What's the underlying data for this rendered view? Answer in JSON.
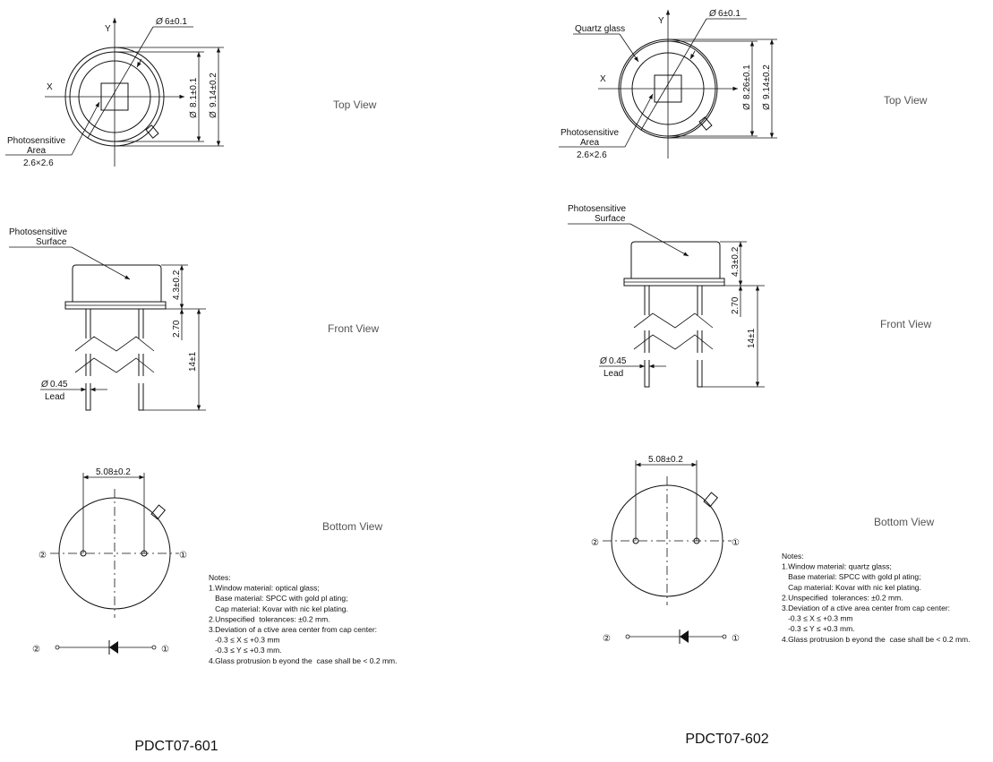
{
  "panels": [
    {
      "title": "PDCT07-601",
      "top_view": {
        "label": "Top View",
        "axis_x": "X",
        "axis_y": "Y",
        "window_dia": "6±0.1",
        "inner_dia": "8.1±0.1",
        "outer_dia": "9.14±0.2",
        "area_label_1": "Photosensitive",
        "area_label_2": "Area",
        "area_size": "2.6×2.6",
        "glass_label": ""
      },
      "front_view": {
        "label": "Front View",
        "surface_label_1": "Photosensitive",
        "surface_label_2": "Surface",
        "cap_height": "4.3±0.2",
        "flange": "2.70",
        "lead_length": "14±1",
        "lead_dia": "0.45",
        "lead_label": "Lead"
      },
      "bottom_view": {
        "label": "Bottom View",
        "pin_spacing": "5.08±0.2",
        "pin_2": "②",
        "pin_1": "①"
      },
      "notes": [
        "Notes:",
        "1.Window material: optical glass;",
        "   Base material: SPCC with gold pl ating;",
        "   Cap material: Kovar with nic kel plating.",
        "2.Unspecified  tolerances: ±0.2 mm.",
        "3.Deviation of a ctive area center from cap center:",
        "   -0.3 ≤ X ≤ +0.3 mm",
        "   -0.3 ≤ Y ≤ +0.3 mm.",
        "4.Glass protrusion b eyond the  case shall be < 0.2 mm."
      ]
    },
    {
      "title": "PDCT07-602",
      "top_view": {
        "label": "Top View",
        "axis_x": "X",
        "axis_y": "Y",
        "window_dia": "6±0.1",
        "inner_dia": "8.26±0.1",
        "outer_dia": "9.14±0.2",
        "area_label_1": "Photosensitive",
        "area_label_2": "Area",
        "area_size": "2.6×2.6",
        "glass_label": "Quartz glass"
      },
      "front_view": {
        "label": "Front View",
        "surface_label_1": "Photosensitive",
        "surface_label_2": "Surface",
        "cap_height": "4.3±0.2",
        "flange": "2.70",
        "lead_length": "14±1",
        "lead_dia": "0.45",
        "lead_label": "Lead"
      },
      "bottom_view": {
        "label": "Bottom View",
        "pin_spacing": "5.08±0.2",
        "pin_2": "②",
        "pin_1": "①"
      },
      "notes": [
        "Notes:",
        "1.Window material: quartz glass;",
        "   Base material: SPCC with gold pl ating;",
        "   Cap material: Kovar with nic kel plating.",
        "2.Unspecified  tolerances: ±0.2 mm.",
        "3.Deviation of a ctive area center from cap center:",
        "   -0.3 ≤ X ≤ +0.3 mm",
        "   -0.3 ≤ Y ≤ +0.3 mm.",
        "4.Glass protrusion b eyond the  case shall be < 0.2 mm."
      ]
    }
  ]
}
